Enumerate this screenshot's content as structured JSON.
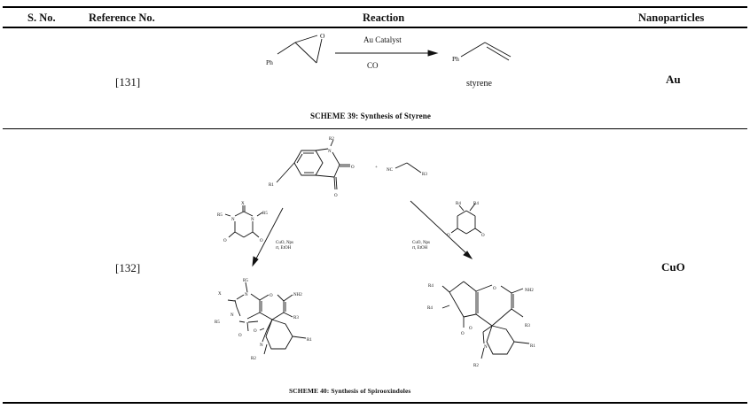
{
  "table": {
    "headers": {
      "s_no": "S. No.",
      "reference": "Reference No.",
      "reaction": "Reaction",
      "nanoparticles": "Nanoparticles"
    },
    "rows": [
      {
        "s_no": "",
        "reference": "[131]",
        "nanoparticles": "Au",
        "scheme": {
          "caption": "SCHEME 39: Synthesis of Styrene",
          "reactant_label": "Ph",
          "reactant_oxygen": "O",
          "condition_top": "Au Catalyst",
          "condition_bottom": "CO",
          "product_label": "Ph",
          "product_name": "styrene"
        }
      },
      {
        "s_no": "",
        "reference": "[132]",
        "nanoparticles": "CuO",
        "scheme": {
          "caption": "SCHEME 40: Synthesis of Spirooxindoles",
          "isatin": {
            "r2": "R2",
            "n": "N",
            "o1": "O",
            "o2": "O",
            "r1": "R1"
          },
          "plus": "+",
          "nitrile": {
            "nc": "NC",
            "r3": "R3"
          },
          "barbiturate": {
            "x": "X",
            "n1": "N",
            "n2": "N",
            "r5a": "R5",
            "r5b": "R5",
            "o1": "O",
            "o2": "O"
          },
          "dimedone": {
            "r4a": "R4",
            "r4b": "R4",
            "o1": "O",
            "o2": "O"
          },
          "left_conditions": [
            "CuO, Nps",
            "rt, EtOH"
          ],
          "right_conditions": [
            "CuO, Nps",
            "rt, EtOH"
          ],
          "left_product": {
            "r5top": "R5",
            "x": "X",
            "n1": "N",
            "o_ring": "O",
            "nh2": "NH2",
            "n2": "N",
            "r5side": "R5",
            "o_c4": "O",
            "o_lac": "O",
            "r3": "R3",
            "n3": "N",
            "r2": "R2",
            "r1": "R1"
          },
          "right_product": {
            "r4a": "R4",
            "r4b": "R4",
            "o_ring": "O",
            "nh2": "NH2",
            "r3": "R3",
            "o_ket": "O",
            "o_lac": "O",
            "n": "N",
            "r2": "R2",
            "r1": "R1"
          }
        }
      }
    ]
  }
}
